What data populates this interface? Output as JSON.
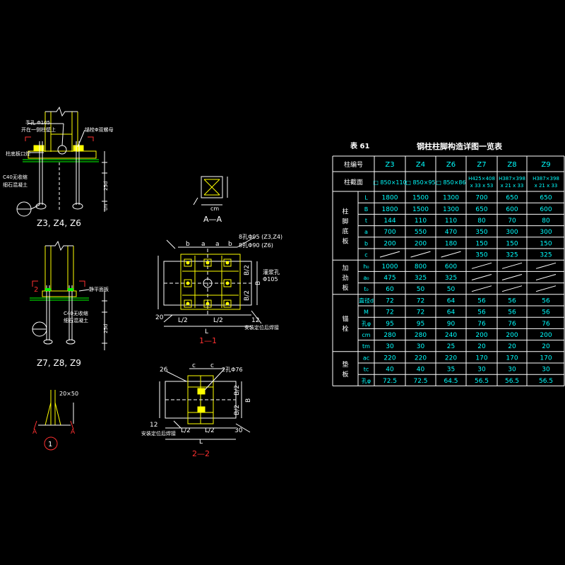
{
  "table": {
    "number_label": "表 61",
    "title": "钢柱柱脚构造详图一览表",
    "header_label": "柱编号",
    "columns": [
      "Z3",
      "Z4",
      "Z6",
      "Z7",
      "Z8",
      "Z9"
    ],
    "section_label": "柱截面",
    "sections": [
      "□ 850×110",
      "□ 850×95",
      "□ 850×86",
      "H425×408 x 33 x 53",
      "H387×398 x 21 x 33",
      "H387×398 x 21 x 33"
    ],
    "groups": [
      {
        "label": "柱脚底板",
        "rows": [
          {
            "sym": "L",
            "vals": [
              "1800",
              "1500",
              "1300",
              "700",
              "650",
              "650"
            ]
          },
          {
            "sym": "B",
            "vals": [
              "1800",
              "1500",
              "1300",
              "650",
              "600",
              "600"
            ]
          },
          {
            "sym": "t",
            "vals": [
              "144",
              "110",
              "110",
              "80",
              "70",
              "80"
            ]
          },
          {
            "sym": "a",
            "vals": [
              "700",
              "550",
              "470",
              "350",
              "300",
              "300"
            ]
          },
          {
            "sym": "b",
            "vals": [
              "200",
              "200",
              "180",
              "150",
              "150",
              "150"
            ]
          },
          {
            "sym": "c",
            "vals": [
              "/",
              "/",
              "/",
              "350",
              "325",
              "325"
            ]
          }
        ]
      },
      {
        "label": "加劲板",
        "rows": [
          {
            "sym": "h₀",
            "vals": [
              "1000",
              "800",
              "600",
              "/",
              "/",
              "/"
            ]
          },
          {
            "sym": "a₀",
            "vals": [
              "475",
              "325",
              "325",
              "/",
              "/",
              "/"
            ]
          },
          {
            "sym": "t₀",
            "vals": [
              "60",
              "50",
              "50",
              "/",
              "/",
              "/"
            ]
          }
        ]
      },
      {
        "label": "锚栓",
        "rows": [
          {
            "sym": "直径d",
            "vals": [
              "72",
              "72",
              "64",
              "56",
              "56",
              "56"
            ]
          },
          {
            "sym": "M",
            "vals": [
              "72",
              "72",
              "64",
              "56",
              "56",
              "56"
            ]
          },
          {
            "sym": "孔φ",
            "vals": [
              "95",
              "95",
              "90",
              "76",
              "76",
              "76"
            ]
          },
          {
            "sym": "cm",
            "vals": [
              "280",
              "280",
              "240",
              "200",
              "200",
              "200"
            ]
          },
          {
            "sym": "tm",
            "vals": [
              "30",
              "30",
              "25",
              "20",
              "20",
              "20"
            ]
          }
        ]
      },
      {
        "label": "垫板",
        "rows": [
          {
            "sym": "ac",
            "vals": [
              "220",
              "220",
              "220",
              "170",
              "170",
              "170"
            ]
          },
          {
            "sym": "tc",
            "vals": [
              "40",
              "40",
              "35",
              "30",
              "30",
              "30"
            ]
          },
          {
            "sym": "孔φ",
            "vals": [
              "72.5",
              "72.5",
              "64.5",
              "56.5",
              "56.5",
              "56.5"
            ]
          }
        ]
      }
    ]
  },
  "drawings": {
    "elev1_caption": "Z3, Z4, Z6",
    "elev1_note1": "手孔 Φ105",
    "elev1_note2": "开在一侧柱壁上",
    "elev1_note3": "柱底板口焊",
    "elev1_note4": "C40无收缩",
    "elev1_note5": "细石混凝土",
    "elev1_note6": "锚栓Φ双螺母",
    "elev2_caption": "Z7, Z8, Z9",
    "elev2_note1": "C40无收缩",
    "elev2_note2": "细石混凝土",
    "elev2_note3": "静平面板",
    "aa_caption": "A—A",
    "aa_dim": "cm",
    "sec1_caption": "1—1",
    "sec1_note1": "8孔Φ95 (Z3,Z4)",
    "sec1_note2": "8孔Φ90 (Z6)",
    "sec1_note3": "灌浆孔",
    "sec1_note4": "Φ105",
    "sec1_note5": "安装定位后焊接",
    "sec1_num20": "20",
    "sec1_num12": "12",
    "sec2_caption": "2—2",
    "sec2_note1": "2孔Φ76",
    "sec2_note2": "安装定位后焊接",
    "sec2_num26": "26",
    "sec2_num12": "12",
    "sec2_num30": "30",
    "detail_caption": "1",
    "detail_dim": "20×50",
    "label_L2": "L/2",
    "label_L": "L",
    "label_B2": "B/2",
    "label_B": "B",
    "label_A": "A",
    "label_a": "a",
    "label_b": "b",
    "label_c": "c",
    "label_25d": "25d",
    "label_tm": "tm",
    "label_num1": "1",
    "label_num2": "2"
  }
}
